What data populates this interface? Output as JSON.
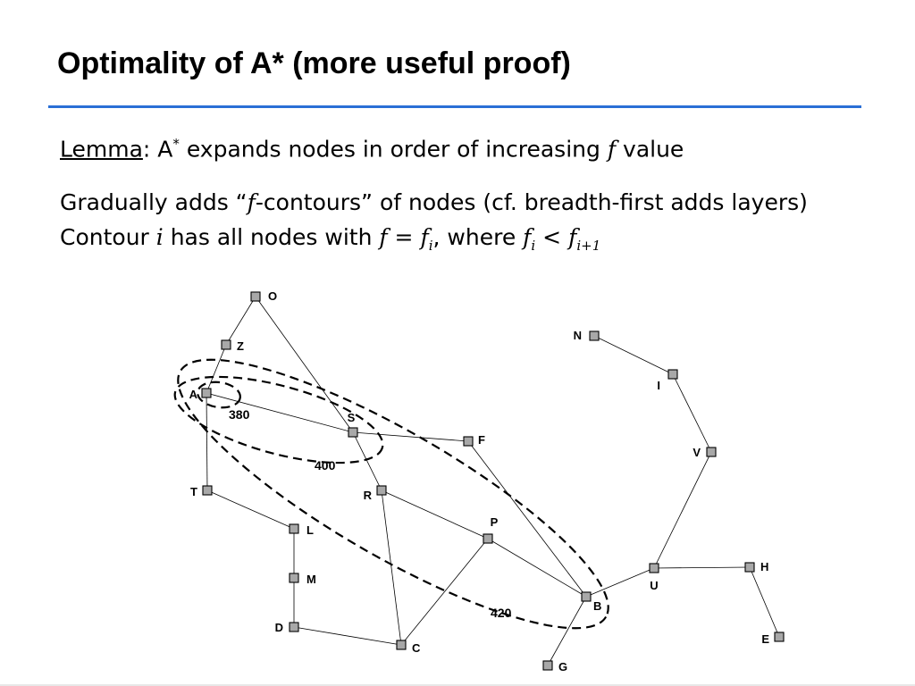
{
  "slide": {
    "title": "Optimality of A* (more useful proof)",
    "accent_color": "#2a6fd6"
  },
  "lemma": {
    "label": "Lemma",
    "colon": ":",
    "text_before_f": " A",
    "star": "*",
    "text_mid": " expands nodes in order of increasing ",
    "f": "f",
    "text_end": " value"
  },
  "para": {
    "l2_a": "Gradually adds “",
    "l2_f": "f",
    "l2_b": "-contours” of nodes (cf. breadth-first adds layers)",
    "l3_a": "Contour ",
    "l3_i": "i",
    "l3_b": " has all nodes with ",
    "l3_eq": "f = f",
    "l3_sub_i": "i",
    "l3_c": ", where ",
    "l3_fi": "f",
    "l3_sub_i2": "i",
    "l3_lt": " < f",
    "l3_sub_i1": "i+1"
  },
  "graph": {
    "nodes": [
      "O",
      "Z",
      "A",
      "S",
      "F",
      "T",
      "R",
      "L",
      "P",
      "M",
      "D",
      "C",
      "B",
      "U",
      "H",
      "E",
      "G",
      "N",
      "I",
      "V"
    ],
    "edges": [
      [
        "O",
        "Z"
      ],
      [
        "O",
        "S"
      ],
      [
        "Z",
        "A"
      ],
      [
        "A",
        "S"
      ],
      [
        "A",
        "T"
      ],
      [
        "S",
        "F"
      ],
      [
        "S",
        "R"
      ],
      [
        "F",
        "B"
      ],
      [
        "T",
        "L"
      ],
      [
        "L",
        "M"
      ],
      [
        "M",
        "D"
      ],
      [
        "D",
        "C"
      ],
      [
        "R",
        "C"
      ],
      [
        "R",
        "P"
      ],
      [
        "C",
        "P"
      ],
      [
        "P",
        "B"
      ],
      [
        "B",
        "G"
      ],
      [
        "B",
        "U"
      ],
      [
        "U",
        "H"
      ],
      [
        "H",
        "E"
      ],
      [
        "U",
        "V"
      ],
      [
        "V",
        "I"
      ],
      [
        "I",
        "N"
      ]
    ],
    "contours": [
      "380",
      "400",
      "420"
    ]
  }
}
